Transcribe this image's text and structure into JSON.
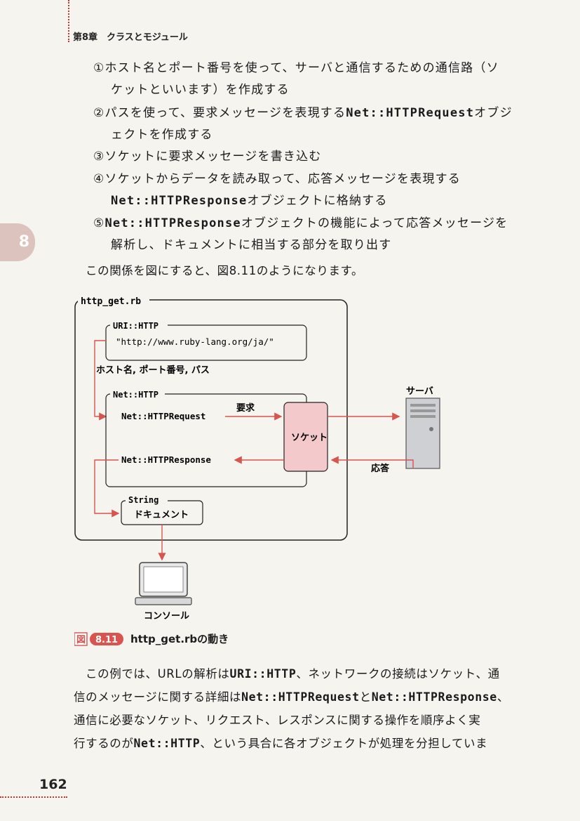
{
  "header": {
    "chapter": "第8章　クラスとモジュール"
  },
  "side_tab": "8",
  "steps": [
    {
      "line1_parts": [
        "①ホスト名とポート番号を使って、サーバと通信するための通信路（ソ"
      ],
      "line2": "ケットといいます）を作成する"
    },
    {
      "line1_pre": "②パスを使って、要求メッセージを表現する",
      "line1_code": "Net::HTTPRequest",
      "line1_post": "オブジ",
      "line2": "ェクトを作成する"
    },
    {
      "line1": "③ソケットに要求メッセージを書き込む"
    },
    {
      "line1": "④ソケットからデータを読み取って、応答メッセージを表現する",
      "line2_code": "Net::HTTPResponse",
      "line2_post": "オブジェクトに格納する"
    },
    {
      "line1_pre": "⑤",
      "line1_code": "Net::HTTPResponse",
      "line1_post": "オブジェクトの機能によって応答メッセージを",
      "line2": "解析し、ドキュメントに相当する部分を取り出す"
    }
  ],
  "intro": "この関係を図にすると、図8.11のようになります。",
  "diagram": {
    "frame_label": "http_get.rb",
    "uri_label": "URI::HTTP",
    "uri_value": "\"http://www.ruby-lang.org/ja/\"",
    "host_label": "ホスト名, ポート番号, パス",
    "net_http_label": "Net::HTTP",
    "request_label": "Net::HTTPRequest",
    "response_label": "Net::HTTPResponse",
    "socket_label": "ソケット",
    "server_label": "サーバ",
    "request_arrow": "要求",
    "response_arrow": "応答",
    "string_label": "String",
    "document_label": "ドキュメント",
    "console_label": "コンソール",
    "colors": {
      "accent": "#d9534f",
      "socket_fill": "#f3c9cb",
      "server_fill": "#cfd0d3"
    }
  },
  "caption": {
    "badge_prefix": "図",
    "badge_number": "8.11",
    "text": "http_get.rbの動き"
  },
  "paragraph": [
    {
      "pre": "この例では、URLの解析は",
      "code": "URI::HTTP",
      "post": "、ネットワークの接続はソケット、通"
    },
    {
      "pre": "信のメッセージに関する詳細は",
      "code": "Net::HTTPRequest",
      "mid": "と",
      "code2": "Net::HTTPResponse",
      "post": "、"
    },
    {
      "pre": "通信に必要なソケット、リクエスト、レスポンスに関する操作を順序よく実"
    },
    {
      "pre": "行するのが",
      "code": "Net::HTTP",
      "post": "、という具合に各オブジェクトが処理を分担していま"
    }
  ],
  "page_number": "162"
}
